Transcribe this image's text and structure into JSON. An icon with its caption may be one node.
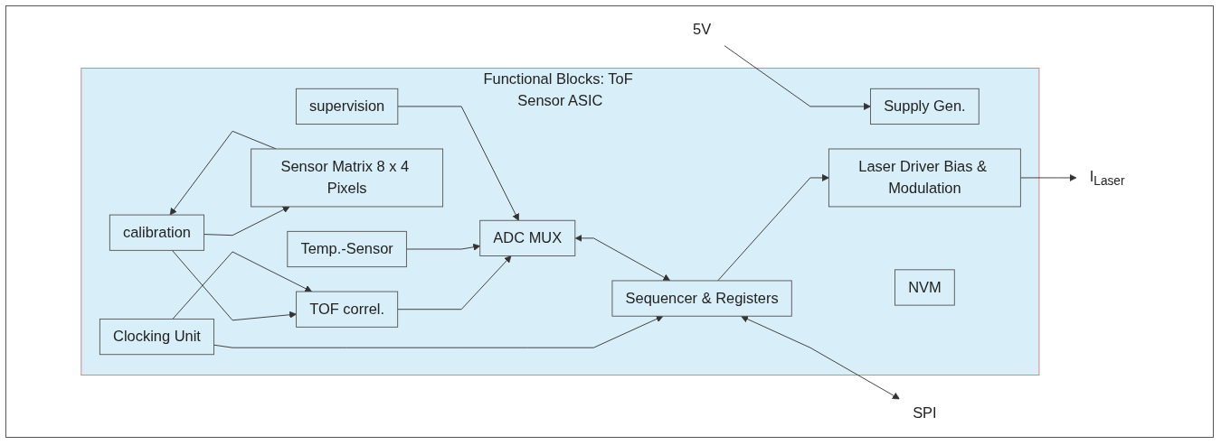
{
  "diagram": {
    "nodes": [
      {
        "text": [
          "Functional Blocks: ToF Sensor ASIC"
        ]
      },
      {
        "text": [
          "calibration"
        ],
        "in": 0
      },
      {
        "text": [
          "TOF correl."
        ],
        "in": 0
      },
      {
        "text": [
          "Clocking Unit"
        ],
        "in": 0
      },
      {
        "text": [
          "Supply Gen."
        ],
        "in": 0
      },
      {
        "text": [
          "Sensor Matrix 8 x 4 Pixels"
        ],
        "in": 0
      },
      {
        "text": [
          "ADC MUX"
        ],
        "in": 0
      },
      {
        "text": [
          "Sequencer & Registers"
        ],
        "in": 0
      },
      {
        "text": [
          "Laser Driver Bias & Modulation"
        ],
        "in": 0
      },
      {
        "text": [
          "Temp.-Sensor"
        ],
        "in": 0
      },
      {
        "text": [
          "supervision"
        ],
        "in": 0
      },
      {
        "text": [
          "NVM"
        ],
        "in": 0
      },
      {
        "text": [
          "5V"
        ]
      },
      {
        "text": [
          "SPI"
        ]
      },
      {
        "text": [
          "I$_{Laser}$"
        ]
      }
    ],
    "edges": [
      {
        "from": 5,
        "to": 1,
        "arrow": "to"
      },
      {
        "from": 1,
        "to": 2,
        "arrow": "to"
      },
      {
        "from": 1,
        "to": 5,
        "arrow": "to"
      },
      {
        "from": 3,
        "to": 2,
        "arrow": "to"
      },
      {
        "from": 2,
        "to": 6,
        "arrow": "to"
      },
      {
        "from": 3,
        "to": 7,
        "arrow": "to"
      },
      {
        "from": 9,
        "to": 6,
        "arrow": "to"
      },
      {
        "from": 10,
        "to": 6,
        "arrow": "to"
      },
      {
        "from": 6,
        "to": 7,
        "arrow": "both"
      },
      {
        "from": 7,
        "to": 8,
        "arrow": "to"
      },
      {
        "from": 12,
        "to": 4,
        "arrow": "to"
      },
      {
        "from": 8,
        "to": 14,
        "arrow": "to"
      },
      {
        "from": 7,
        "to": 13,
        "arrow": "both"
      }
    ]
  }
}
